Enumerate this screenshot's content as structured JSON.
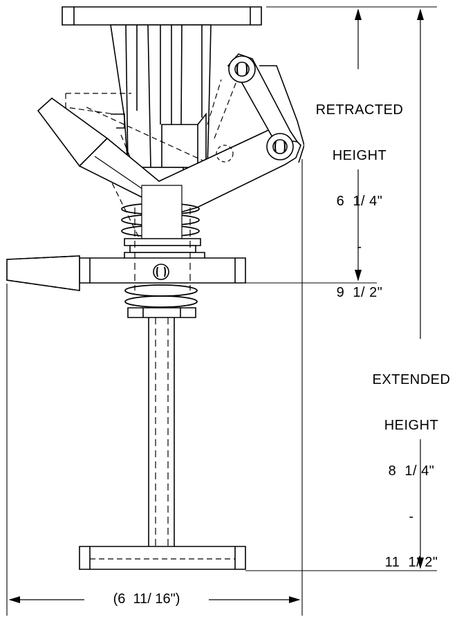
{
  "dimensions": {
    "retracted": {
      "label_line1": "RETRACTED",
      "label_line2": "HEIGHT",
      "min": "6  1/ 4\"",
      "sep": "-",
      "max": "9  1/ 2\""
    },
    "extended": {
      "label_line1": "EXTENDED",
      "label_line2": "HEIGHT",
      "min": "8  1/ 4\"",
      "sep": "-",
      "max": "11  1/ 2\""
    },
    "width": "(6  11/ 16\")"
  },
  "colors": {
    "line": "#000000",
    "background": "#ffffff"
  }
}
